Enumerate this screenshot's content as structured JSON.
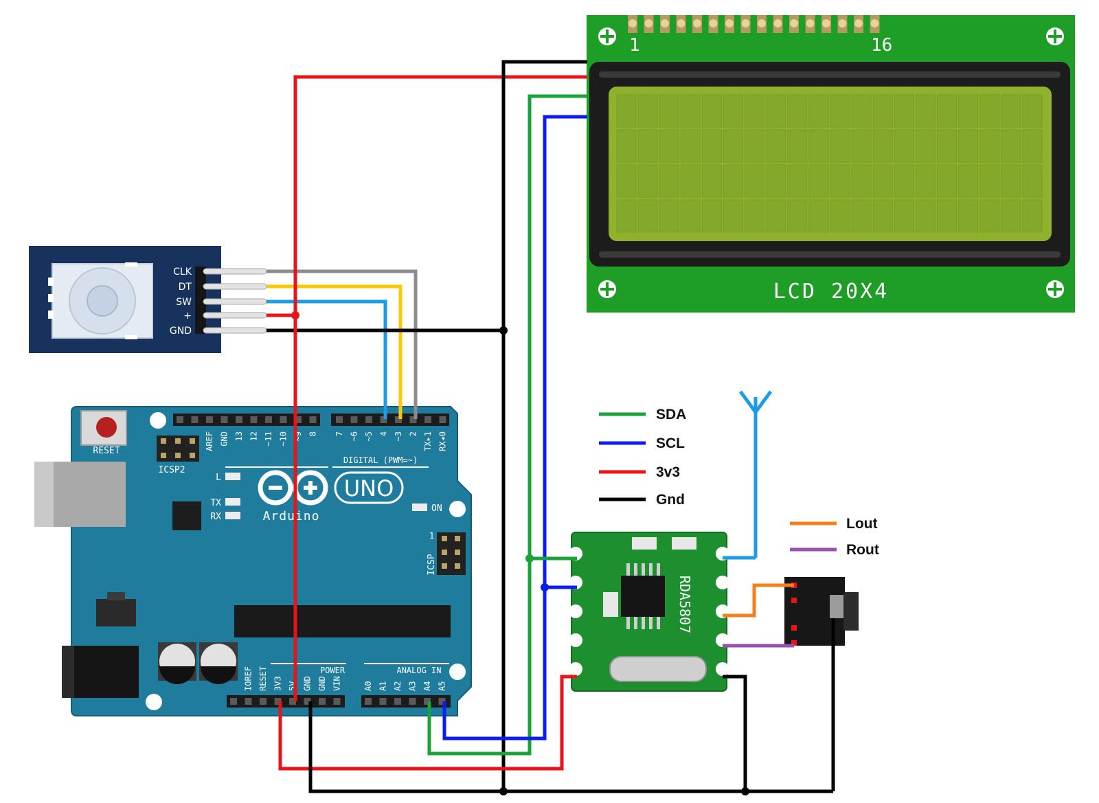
{
  "lcd": {
    "label": "LCD 20X4",
    "pin_first": "1",
    "pin_last": "16"
  },
  "encoder": {
    "pins": [
      "CLK",
      "DT",
      "SW",
      "+",
      "GND"
    ]
  },
  "arduino": {
    "brand": "Arduino",
    "model": "UNO",
    "reset_label": "RESET",
    "icsp2_label": "ICSP2",
    "icsp_label": "ICSP",
    "digital_label": "DIGITAL (PWM=~)",
    "digital_pins": [
      "AREF",
      "GND",
      "13",
      "12",
      "~11",
      "~10",
      "~9",
      "8",
      "7",
      "~6",
      "~5",
      "4",
      "~3",
      "2",
      "TX▸1",
      "RX◂0"
    ],
    "led_labels": [
      "L",
      "TX",
      "RX"
    ],
    "on_label": "ON",
    "icsp_pin1": "1",
    "power_label": "POWER",
    "power_pins": [
      "IOREF",
      "RESET",
      "3V3",
      "5V",
      "GND",
      "GND",
      "VIN"
    ],
    "analog_label": "ANALOG IN",
    "analog_pins": [
      "A0",
      "A1",
      "A2",
      "A3",
      "A4",
      "A5"
    ]
  },
  "fm_module": {
    "chip_marking": "RDA5807"
  },
  "legend": [
    {
      "label": "SDA",
      "color": "#1aa33a"
    },
    {
      "label": "SCL",
      "color": "#0b1cf5"
    },
    {
      "label": "3v3",
      "color": "#e8141c"
    },
    {
      "label": "Gnd",
      "color": "#000000"
    },
    {
      "label": "Lout",
      "color": "#f7801e"
    },
    {
      "label": "Rout",
      "color": "#9b4fb0"
    }
  ],
  "wire_colors": {
    "clk": "#8c8c8c",
    "dt": "#ffc800",
    "sw": "#1e9be6",
    "vcc": "#e8141c",
    "gnd": "#000000",
    "sda": "#1aa33a",
    "scl": "#0b1cf5",
    "antenna": "#1e9be6"
  }
}
